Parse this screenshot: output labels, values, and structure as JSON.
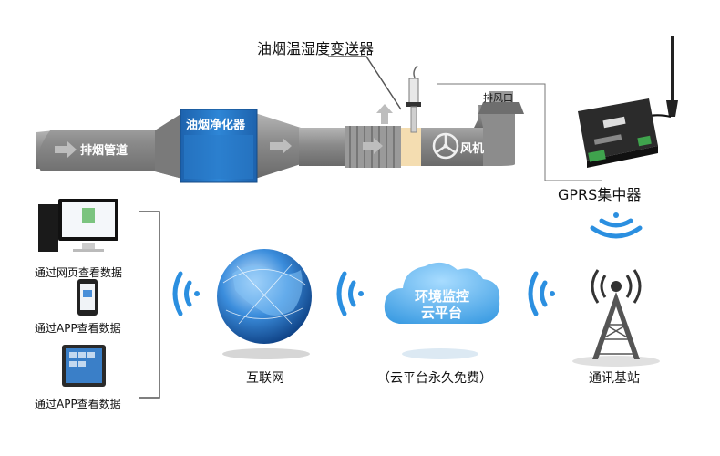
{
  "sensor": {
    "title": "油烟温湿度变送器"
  },
  "duct": {
    "pipe_label": "排烟管道",
    "purifier_label": "油烟净化器",
    "fan_label": "风机",
    "outlet_label": "排风口"
  },
  "gprs": {
    "label": "GPRS集中器"
  },
  "devices": [
    {
      "label": "通过网页查看数据"
    },
    {
      "label": "通过APP查看数据"
    },
    {
      "label": "通过APP查看数据"
    }
  ],
  "network": {
    "internet_label": "互联网",
    "cloud_line1": "环境监控",
    "cloud_line2": "云平台",
    "cloud_caption": "（云平台永久免费）",
    "tower_label": "通讯基站"
  },
  "colors": {
    "duct_gray": "#8c8c8c",
    "purifier_blue": "#1e6fc0",
    "wifi_blue": "#2b8fe0",
    "cloud_blue": "#5bb4ee"
  }
}
